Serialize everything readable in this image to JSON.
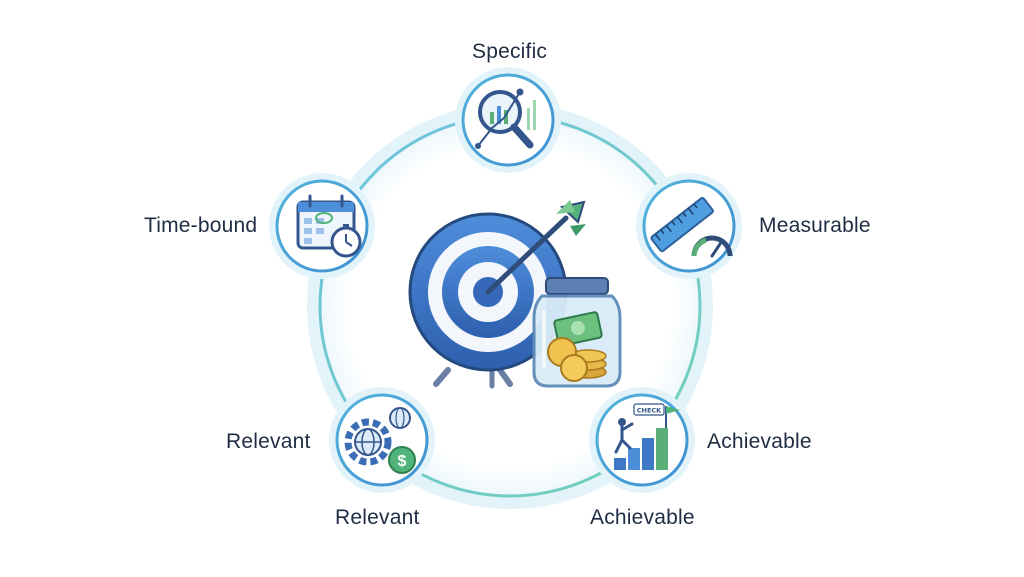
{
  "labels": {
    "specific": "Specific",
    "measurable": "Measurable",
    "time_bound": "Time-bound",
    "relevant_side": "Relevant",
    "relevant_bottom": "Relevant",
    "achievable_side": "Achievable",
    "achievable_bottom": "Achievable"
  },
  "badges": {
    "check": "CHECK"
  },
  "icons": {
    "specific": "magnifier-chart-icon",
    "measurable": "ruler-gauge-icon",
    "time_bound": "calendar-stopwatch-icon",
    "relevant": "gear-globe-dollar-icon",
    "achievable": "climber-steps-flag-icon",
    "center": "target-arrow-money-jar-icon"
  },
  "colors": {
    "ring": "#7cc9e0",
    "ring_glow": "#e4f5fa",
    "navy": "#1f2d44",
    "blue": "#3f78c4",
    "green": "#4fb37a"
  }
}
